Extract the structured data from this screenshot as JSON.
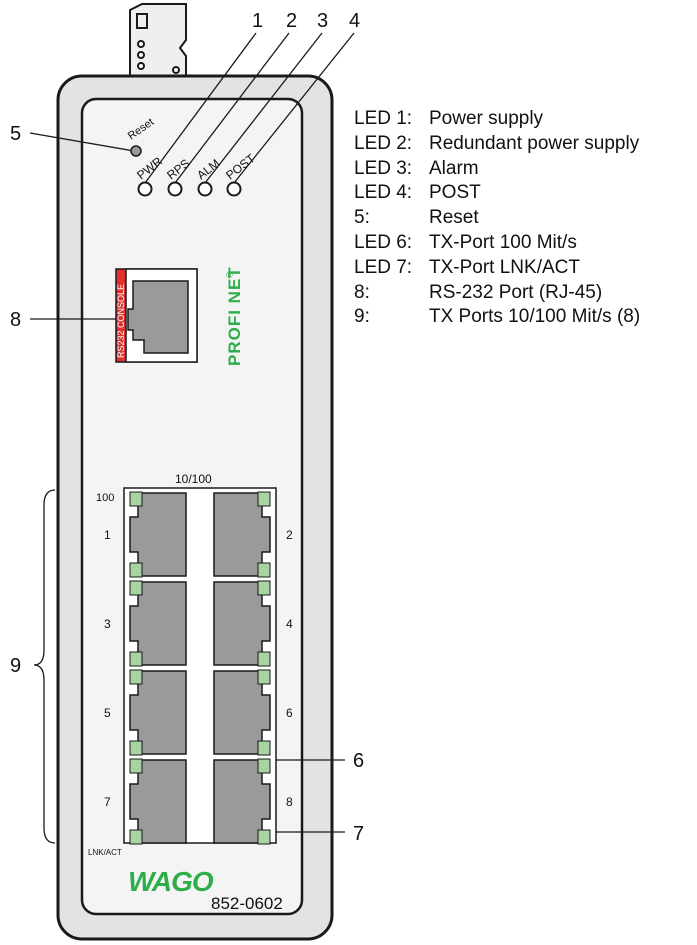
{
  "callouts": {
    "n1": "1",
    "n2": "2",
    "n3": "3",
    "n4": "4",
    "n5": "5",
    "n6": "6",
    "n7": "7",
    "n8": "8",
    "n9": "9"
  },
  "device": {
    "reset_label": "Reset",
    "led_labels": {
      "pwr": "PWR",
      "rps": "RPS",
      "alm": "ALM",
      "post": "POST"
    },
    "console_label": "RS232 CONSOLE",
    "profinet_logo": "PROFI NET",
    "port_header": "10/100",
    "speed_label": "100",
    "link_label": "LNK/ACT",
    "port_numbers": [
      "1",
      "2",
      "3",
      "4",
      "5",
      "6",
      "7",
      "8"
    ],
    "brand_logo": "WAGO",
    "model": "852-0602"
  },
  "legend": [
    {
      "key": "LED 1:",
      "value": "Power supply"
    },
    {
      "key": "LED 2:",
      "value": "Redundant power supply"
    },
    {
      "key": "LED 3:",
      "value": "Alarm"
    },
    {
      "key": "LED 4:",
      "value": "POST"
    },
    {
      "key": "5:",
      "value": "Reset"
    },
    {
      "key": "LED 6:",
      "value": "TX-Port 100 Mit/s"
    },
    {
      "key": "LED 7:",
      "value": "TX-Port LNK/ACT"
    },
    {
      "key": "8:",
      "value": "RS-232 Port (RJ-45)"
    },
    {
      "key": "9:",
      "value": "TX Ports 10/100 Mit/s (8)"
    }
  ],
  "colors": {
    "outline": "#1a1a1a",
    "housing_fill": "#e3e3e3",
    "panel_fill": "#f4f4f4",
    "port_fill": "#9a9a9a",
    "led_green": "#a9d3a4",
    "console_red": "#e0312f",
    "brand_green": "#2eae4a"
  }
}
